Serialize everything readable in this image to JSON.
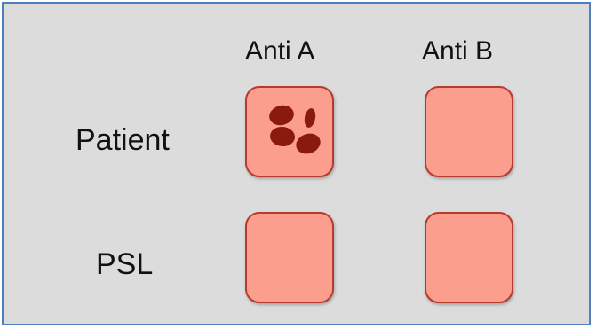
{
  "columns": [
    {
      "label": "Anti A"
    },
    {
      "label": "Anti B"
    }
  ],
  "rows": [
    {
      "label": "Patient",
      "wells": [
        {
          "agglutination": true
        },
        {
          "agglutination": false
        }
      ]
    },
    {
      "label": "PSL",
      "wells": [
        {
          "agglutination": false
        },
        {
          "agglutination": false
        }
      ]
    }
  ],
  "colors": {
    "panel_background": "#dcdcdc",
    "panel_border": "#4f7fbd",
    "well_fill": "#fb9e8e",
    "well_border": "#b83a2c",
    "cell_color": "#8b1a0e"
  }
}
